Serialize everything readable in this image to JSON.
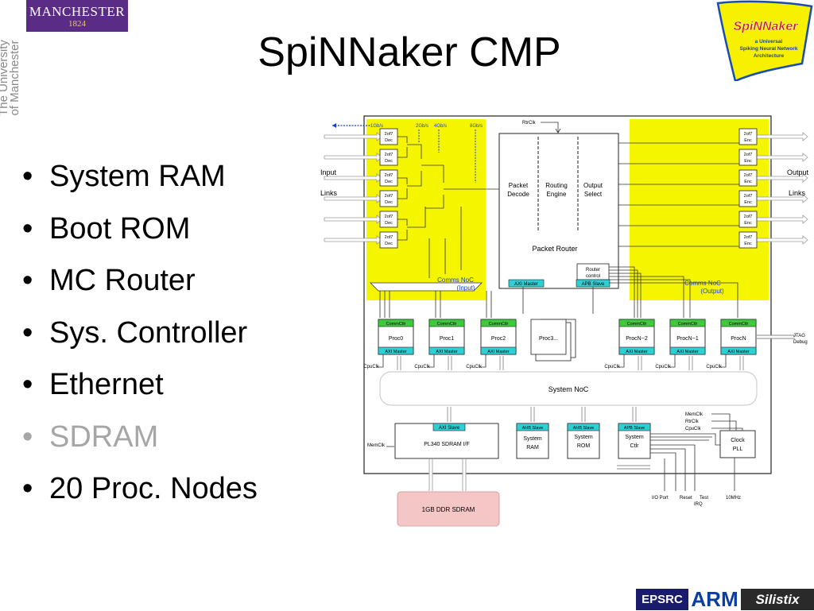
{
  "header": {
    "logo_name": "MANCHESTER",
    "logo_year": "1824",
    "university_line1": "The University",
    "university_line2": "of Manchester",
    "title": "SpiNNaker CMP"
  },
  "project_logo": {
    "name": "SpiNNaker",
    "subtitle_lines": [
      "a Universal",
      "Spiking Neural Network",
      "Architecture"
    ]
  },
  "bullets": [
    {
      "text": "System RAM",
      "dim": false
    },
    {
      "text": "Boot ROM",
      "dim": false
    },
    {
      "text": "MC Router",
      "dim": false
    },
    {
      "text": "Sys. Controller",
      "dim": false
    },
    {
      "text": "Ethernet",
      "dim": false
    },
    {
      "text": "SDRAM",
      "dim": true
    },
    {
      "text": "20 Proc. Nodes",
      "dim": false
    }
  ],
  "diagram": {
    "input_links_label": [
      "Input",
      "Links"
    ],
    "output_links_label": [
      "Output",
      "Links"
    ],
    "bandwidth_labels": [
      "1Gb/s",
      "2Gb/s",
      "4Gb/s",
      "8Gb/s"
    ],
    "rtrclk_label": "RtrClk",
    "decoder_label": [
      "2of7",
      "Dec"
    ],
    "encoder_label": [
      "2of7",
      "Enc"
    ],
    "router_columns": [
      [
        "Packet",
        "Decode"
      ],
      [
        "Routing",
        "Engine"
      ],
      [
        "Output",
        "Select"
      ]
    ],
    "packet_router_label": "Packet Router",
    "router_control_label": [
      "Router",
      "control"
    ],
    "axi_master_label": "AXI Master",
    "apb_slave_label": "APB Slave",
    "comms_noc_input": [
      "Comms NoC",
      "(Input)"
    ],
    "comms_noc_output": [
      "Comms NoC",
      "(Output)"
    ],
    "processors": [
      {
        "name": "Proc0",
        "comm": "CommCtlr",
        "axi": "AXI Master",
        "clk": "CpuClk"
      },
      {
        "name": "Proc1",
        "comm": "CommCtlr",
        "axi": "AXI Master",
        "clk": "CpuClk"
      },
      {
        "name": "Proc2",
        "comm": "CommCtlr",
        "axi": "AXI Master",
        "clk": "CpuClk"
      },
      {
        "name": "ProcN−2",
        "comm": "CommCtlr",
        "axi": "AXI Master",
        "clk": "CpuClk"
      },
      {
        "name": "ProcN−1",
        "comm": "CommCtlr",
        "axi": "AXI Master",
        "clk": "CpuClk"
      },
      {
        "name": "ProcN",
        "comm": "CommCtlr",
        "axi": "AXI Master",
        "clk": "CpuClk"
      }
    ],
    "proc_stack_label": "Proc3...",
    "jtag_label": [
      "JTAG",
      "Debug"
    ],
    "system_noc_label": "System NoC",
    "sdram_if": {
      "slave": "AXI Slave",
      "name": "PL340 SDRAM I/F"
    },
    "memclk_label": "MemClk",
    "system_ram": {
      "slave": "AHB Slave",
      "name": [
        "System",
        "RAM"
      ]
    },
    "system_rom": {
      "slave": "AHB Slave",
      "name": [
        "System",
        "ROM"
      ]
    },
    "system_ctlr": {
      "slave": "APB Slave",
      "name": [
        "System",
        "Ctlr"
      ]
    },
    "clock_pll": {
      "name": [
        "Clock",
        "PLL"
      ],
      "inputs": [
        "MemClk",
        "RtrClk",
        "CpuClk"
      ]
    },
    "sdram_label": "1GB DDR SDRAM",
    "bottom_labels": {
      "io_port": "I/O Port",
      "reset": "Reset",
      "test": "Test",
      "irq": "IRQ",
      "osc": "10MHz"
    }
  },
  "footer": {
    "epsrc": "EPSRC",
    "arm": "ARM",
    "silistix": "Silistix"
  },
  "colors": {
    "highlight": "#f5f500",
    "green": "#3dcb3d",
    "cyan": "#2ed0d6",
    "sdram": "#f5c6c6",
    "purple": "#5b2c86"
  }
}
